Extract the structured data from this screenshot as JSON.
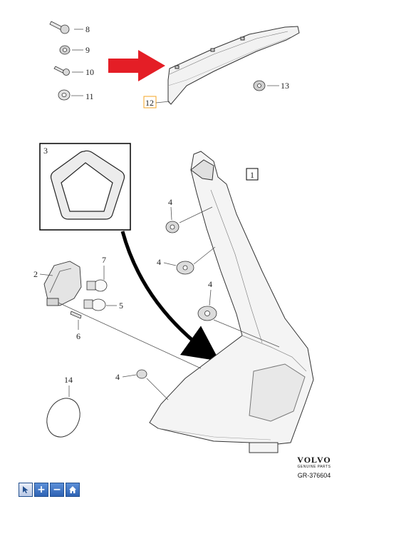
{
  "diagram": {
    "callouts": [
      "8",
      "9",
      "10",
      "11",
      "12",
      "13",
      "1",
      "3",
      "4",
      "4",
      "4",
      "4",
      "2",
      "7",
      "5",
      "6",
      "14"
    ]
  },
  "brand": {
    "name": "VOLVO",
    "subtitle": "GENUINE PARTS",
    "code": "GR-376604"
  },
  "toolbar": {
    "select_icon": "cursor-icon",
    "zoom_in_label": "+",
    "zoom_out_label": "−",
    "home_icon": "home-icon"
  },
  "colors": {
    "highlight_arrow": "#e41e26",
    "highlight_box": "#f5a623",
    "toolbar_blue": "#2e62b4"
  }
}
